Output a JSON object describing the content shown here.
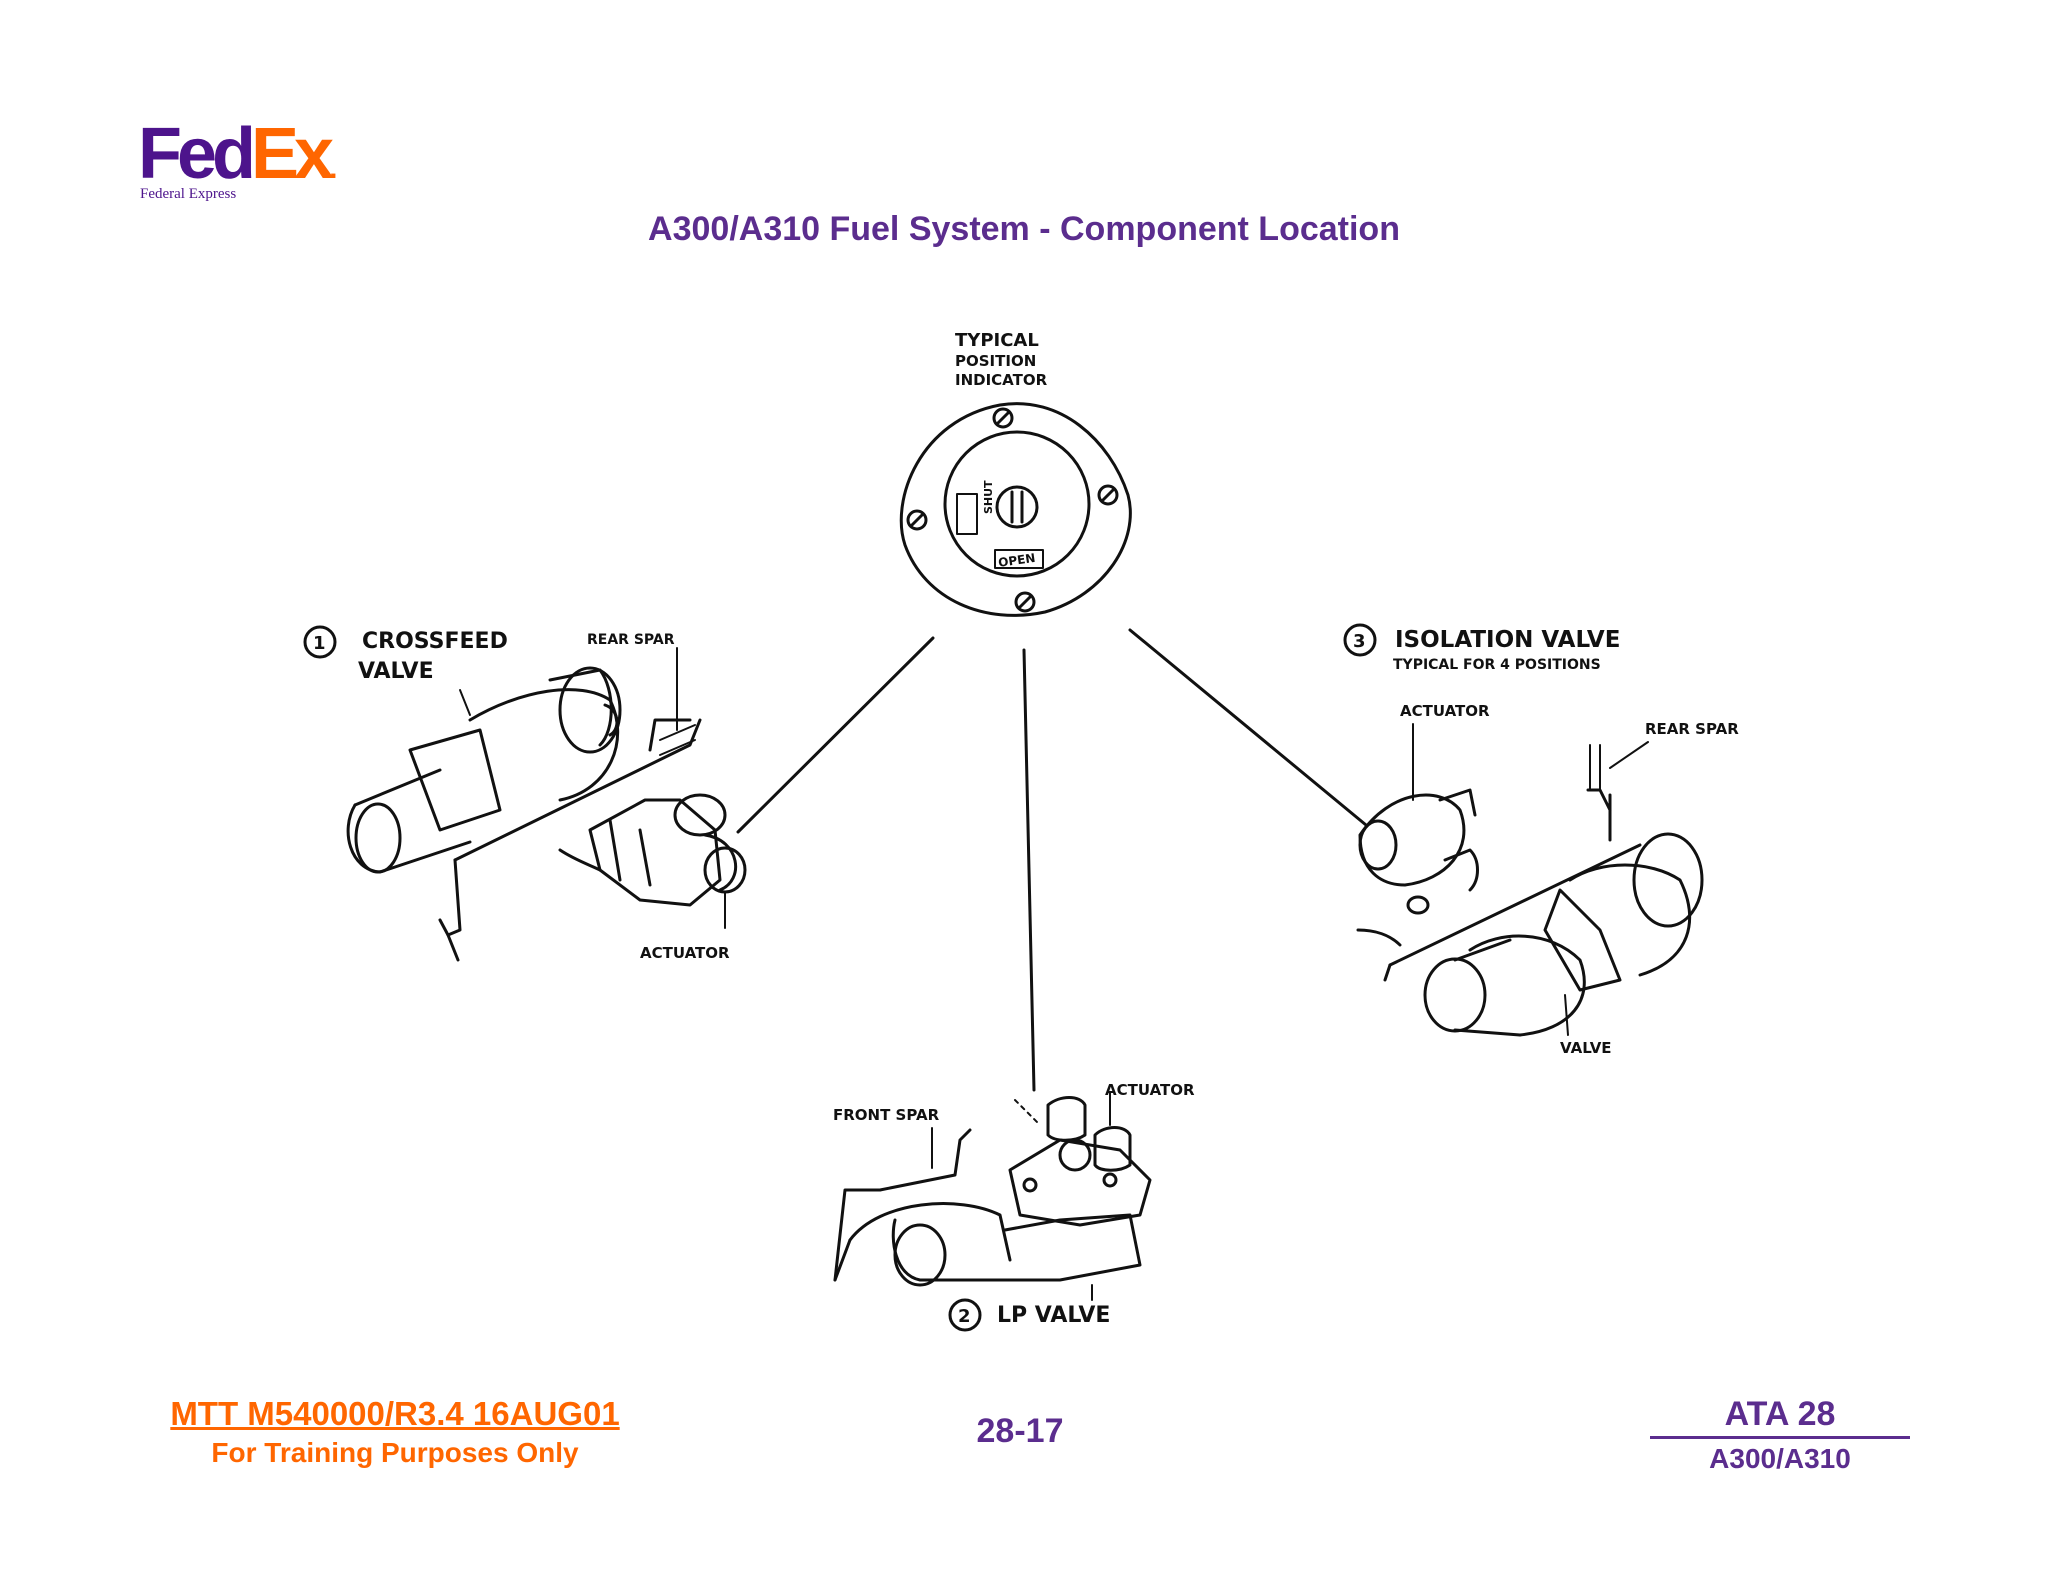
{
  "logo": {
    "word_fed": "Fed",
    "word_ex": "Ex",
    "dot": ".",
    "tagline": "Federal Express"
  },
  "title": "A300/A310 Fuel System - Component Location",
  "indicator": {
    "label_lines": [
      "TYPICAL",
      "POSITION",
      "INDICATOR"
    ],
    "shut": "SHUT",
    "open": "OPEN"
  },
  "crossfeed": {
    "number": "1",
    "name_lines": [
      "CROSSFEED",
      "VALVE"
    ],
    "rear_spar": "REAR SPAR",
    "actuator": "ACTUATOR"
  },
  "isolation": {
    "number": "3",
    "name": "ISOLATION VALVE",
    "sub": "TYPICAL FOR 4 POSITIONS",
    "actuator": "ACTUATOR",
    "rear_spar": "REAR SPAR",
    "valve": "VALVE"
  },
  "lp": {
    "number": "2",
    "name": "LP VALVE",
    "front_spar": "FRONT SPAR",
    "actuator": "ACTUATOR"
  },
  "footer": {
    "doc_ref": "MTT M540000/R3.4 16AUG01",
    "training_note": "For Training Purposes Only",
    "page_number": "28-17",
    "ata": "ATA 28",
    "model": "A300/A310"
  }
}
